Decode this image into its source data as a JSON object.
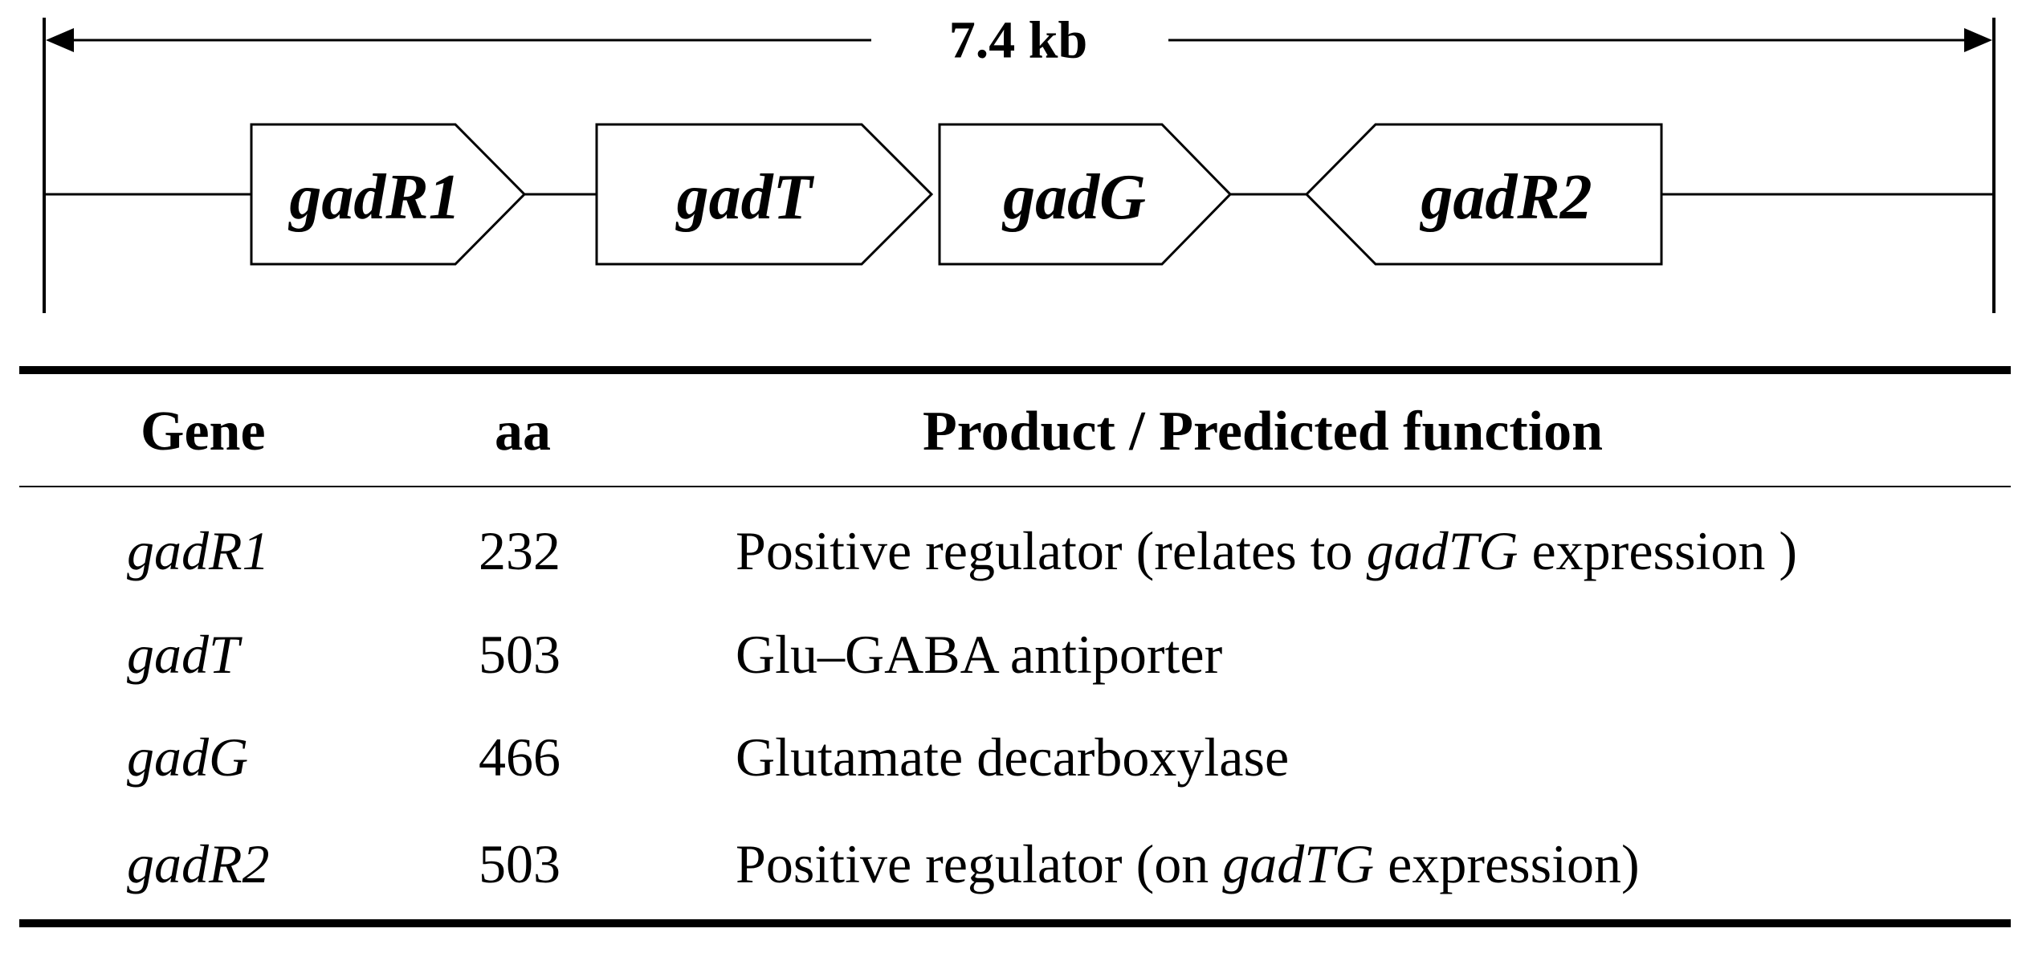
{
  "map": {
    "size_label": "7.4 kb",
    "genes": [
      {
        "name": "gadR1",
        "strand": "+"
      },
      {
        "name": "gadT",
        "strand": "+"
      },
      {
        "name": "gadG",
        "strand": "+"
      },
      {
        "name": "gadR2",
        "strand": "-"
      }
    ]
  },
  "table": {
    "headers": {
      "gene": "Gene",
      "aa": "aa",
      "function": "Product / Predicted function"
    },
    "rows": [
      {
        "gene": "gadR1",
        "aa": "232",
        "func_pre": "Positive regulator (relates to ",
        "func_italic": "gadTG",
        "func_post": " expression )"
      },
      {
        "gene": "gadT",
        "aa": "503",
        "func_pre": "Glu–GABA antiporter",
        "func_italic": "",
        "func_post": ""
      },
      {
        "gene": "gadG",
        "aa": "466",
        "func_pre": "Glutamate decarboxylase",
        "func_italic": "",
        "func_post": ""
      },
      {
        "gene": "gadR2",
        "aa": "503",
        "func_pre": "Positive regulator (on ",
        "func_italic": "gadTG",
        "func_post": " expression)"
      }
    ]
  }
}
